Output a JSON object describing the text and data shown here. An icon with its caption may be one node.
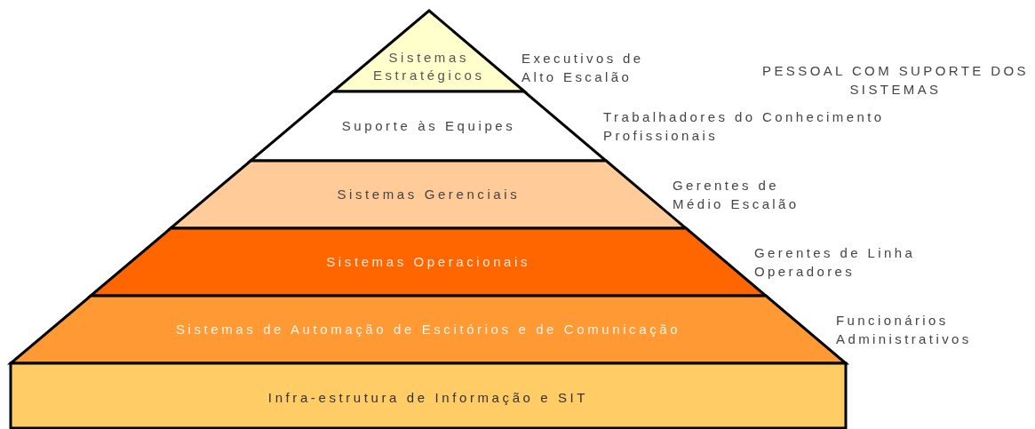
{
  "diagram": {
    "nodes": [
      {
        "text": [
          "Sistemas Estratégicos"
        ],
        "beside": [
          "Executivos de Alto Escalão"
        ]
      },
      {
        "text": [
          "Suporte às Equipes"
        ],
        "beside": [
          "Trabalhadores do Conhecimento",
          "Profissionais"
        ]
      },
      {
        "text": [
          "Sistemas Gerenciais"
        ],
        "beside": [
          "Gerentes de Médio Escalão"
        ]
      },
      {
        "text": [
          "Sistemas Operacionais"
        ],
        "beside": [
          "Gerentes de Linha",
          "Operadores"
        ]
      },
      {
        "text": [
          "Sistemas de Automação de Escitórios e de Comunicação"
        ],
        "beside": [
          "Funcionários Administrativos"
        ]
      },
      {
        "text": [
          "Infra-estrutura de Informação e SIT"
        ]
      }
    ],
    "labels": [
      "PESSOAL COM SUPORTE DOS SISTEMAS"
    ]
  }
}
